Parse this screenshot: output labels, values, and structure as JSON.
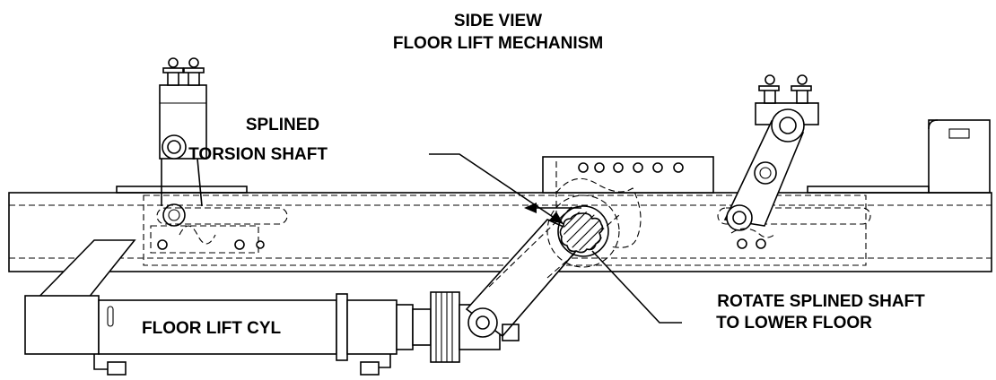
{
  "title": {
    "line1": "SIDE VIEW",
    "line2": "FLOOR LIFT MECHANISM"
  },
  "labels": {
    "splined_line1": "SPLINED",
    "splined_line2": "TORSION SHAFT",
    "cylinder": "FLOOR LIFT CYL",
    "rotate_line1": "ROTATE SPLINED SHAFT",
    "rotate_line2": "TO LOWER FLOOR"
  }
}
